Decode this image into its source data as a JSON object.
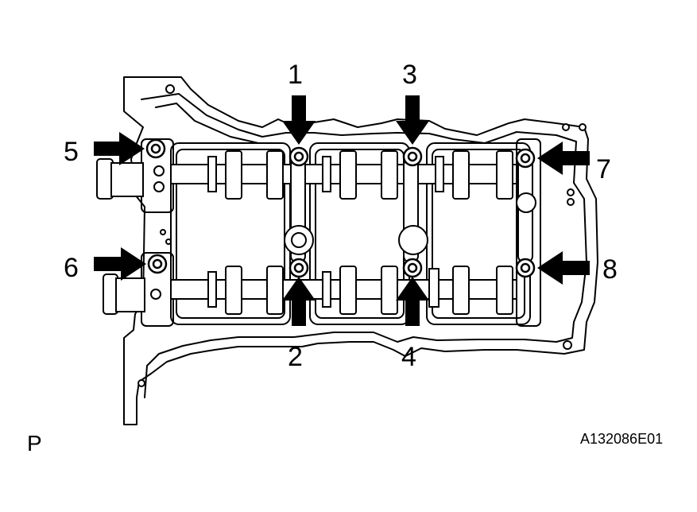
{
  "figure": {
    "view_letter": "P",
    "figure_id": "A132086E01"
  },
  "callouts": [
    {
      "label": "1"
    },
    {
      "label": "2"
    },
    {
      "label": "3"
    },
    {
      "label": "4"
    },
    {
      "label": "5"
    },
    {
      "label": "6"
    },
    {
      "label": "7"
    },
    {
      "label": "8"
    }
  ],
  "colors": {
    "line": "#000000",
    "background": "#ffffff"
  }
}
